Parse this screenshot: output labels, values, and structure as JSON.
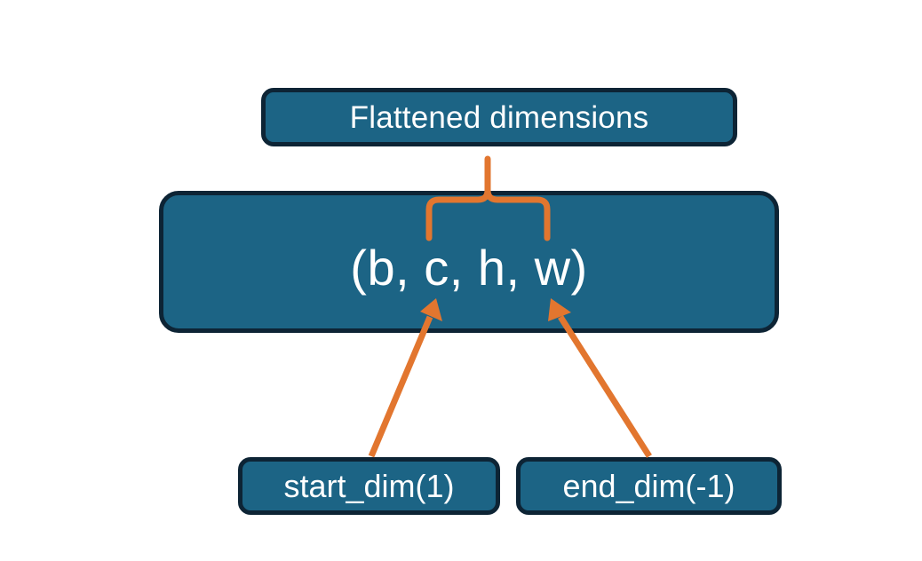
{
  "diagram": {
    "title": "Flatten dimensions diagram",
    "background_color": "#ffffff",
    "node_fill_color": "#1c6485",
    "node_border_color": "#0d2435",
    "node_text_color": "#ffffff",
    "connector_color": "#E2762F",
    "nodes": {
      "flattened": {
        "label": "Flattened dimensions",
        "role": "annotation-box-top"
      },
      "shape": {
        "label": "(b, c, h, w)",
        "role": "tensor-shape-box"
      },
      "start_dim": {
        "label": "start_dim(1)",
        "role": "argument-box-left"
      },
      "end_dim": {
        "label": "end_dim(-1)",
        "role": "argument-box-right"
      }
    },
    "connectors": [
      {
        "name": "brace-c-to-w",
        "type": "curly-brace",
        "from": "shape",
        "to": "flattened",
        "spans": "c, h, w"
      },
      {
        "name": "arrow-start-dim-to-c",
        "type": "arrow",
        "from": "start_dim",
        "to": "shape",
        "points_at": "c"
      },
      {
        "name": "arrow-end-dim-to-w",
        "type": "arrow",
        "from": "end_dim",
        "to": "shape",
        "points_at": "w"
      }
    ]
  }
}
